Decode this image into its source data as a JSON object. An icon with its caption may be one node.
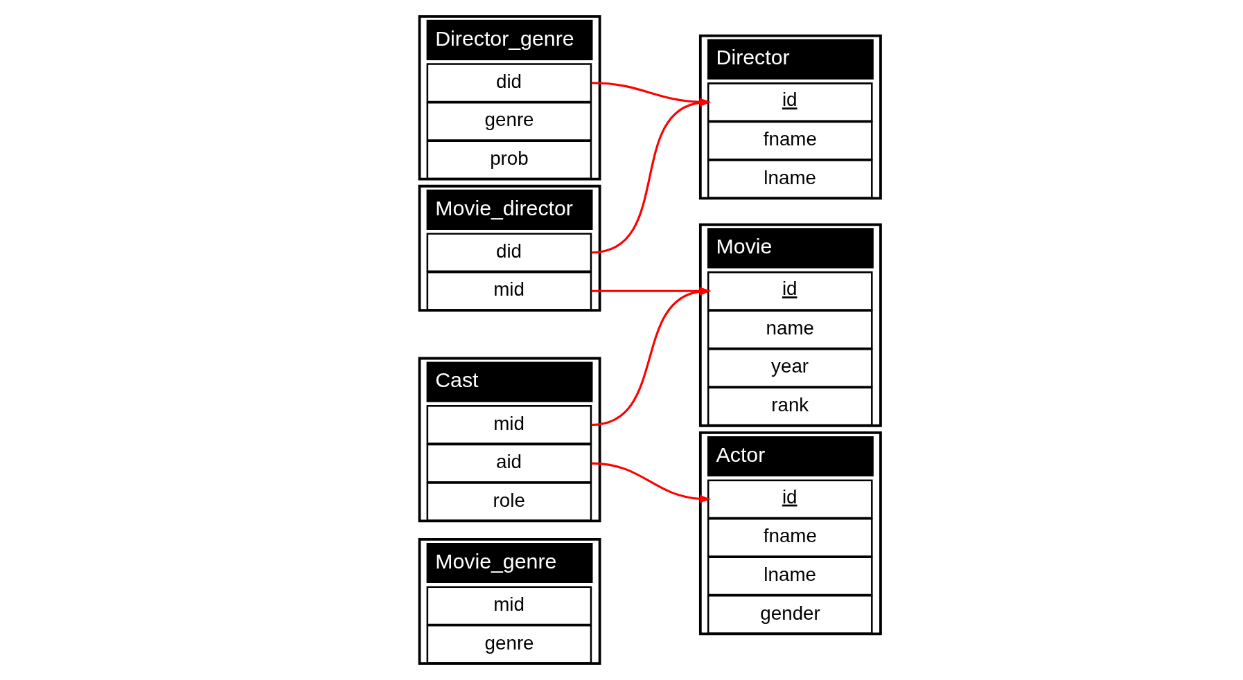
{
  "diagram": {
    "nodes": [
      {
        "text": [
          "Movie_genre"
        ]
      },
      {
        "text": [
          "mid"
        ],
        "in": 0
      },
      {
        "text": [
          "genre"
        ],
        "in": 0
      },
      {
        "text": [
          "Movie"
        ]
      },
      {
        "text": [
          "id"
        ],
        "in": 3
      },
      {
        "text": [
          "name"
        ],
        "in": 3
      },
      {
        "text": [
          "year"
        ],
        "in": 3
      },
      {
        "text": [
          "rank"
        ],
        "in": 3
      },
      {
        "text": [
          "Movie_director"
        ]
      },
      {
        "text": [
          "did"
        ],
        "in": 8
      },
      {
        "text": [
          "mid"
        ],
        "in": 8
      },
      {
        "text": [
          "Director"
        ]
      },
      {
        "text": [
          "id"
        ],
        "in": 11
      },
      {
        "text": [
          "fname"
        ],
        "in": 11
      },
      {
        "text": [
          "lname"
        ],
        "in": 11
      },
      {
        "text": [
          "Cast"
        ]
      },
      {
        "text": [
          "aid"
        ],
        "in": 15
      },
      {
        "text": [
          "mid"
        ],
        "in": 15
      },
      {
        "text": [
          "role"
        ],
        "in": 15
      },
      {
        "text": [
          "Director_genre"
        ]
      },
      {
        "text": [
          "did"
        ],
        "in": 19
      },
      {
        "text": [
          "genre"
        ],
        "in": 19
      },
      {
        "text": [
          "prob"
        ],
        "in": 19
      },
      {
        "text": [
          "Actor"
        ]
      },
      {
        "text": [
          "id"
        ],
        "in": 23
      },
      {
        "text": [
          "fname"
        ],
        "in": 23
      },
      {
        "text": [
          "lname"
        ],
        "in": 23
      },
      {
        "text": [
          "gender"
        ],
        "in": 23
      }
    ],
    "edges": [
      {
        "from": 17,
        "to": 4,
        "arrow": "to"
      },
      {
        "from": 16,
        "to": 24,
        "arrow": "to"
      },
      {
        "from": 10,
        "to": 4,
        "arrow": "to"
      },
      {
        "from": 9,
        "to": 12,
        "arrow": "to"
      },
      {
        "from": 20,
        "to": 12,
        "arrow": "to"
      }
    ]
  }
}
